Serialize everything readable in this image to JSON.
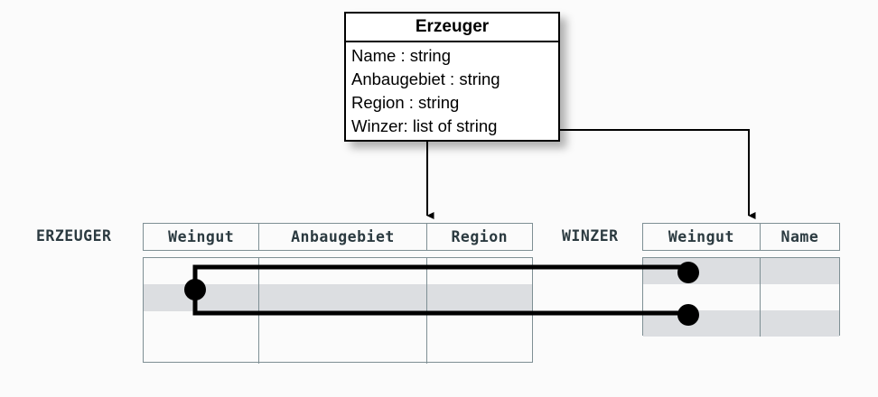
{
  "uml_class": {
    "name": "Erzeuger",
    "attributes": [
      "Name : string",
      "Anbaugebiet : string",
      "Region : string",
      "Winzer: list of string"
    ]
  },
  "tables": [
    {
      "label": "ERZEUGER",
      "columns": [
        "Weingut",
        "Anbaugebiet",
        "Region"
      ],
      "row_count": 4,
      "highlighted_rows": [
        2
      ]
    },
    {
      "label": "WINZER",
      "columns": [
        "Weingut",
        "Name"
      ],
      "row_count": 3,
      "highlighted_rows": [
        1,
        3
      ]
    }
  ],
  "colors": {
    "row_highlight": "#dcdee1",
    "table_border": "#7e8f94",
    "table_text": "#2b3a40",
    "connector": "#000000",
    "box_fill": "#ffffff",
    "page_background": "#fbfbfb"
  },
  "connectors": [
    {
      "name": "erzeuger-mapping-arrow",
      "from": "uml-class-bottom",
      "to": "erzeuger-table-header"
    },
    {
      "name": "winzer-mapping-arrow",
      "from": "winzer-attribute-right",
      "to": "winzer-table-header"
    },
    {
      "name": "list-value-link",
      "from": "erzeuger-row-2",
      "to": "winzer-row-1-and-row-3"
    }
  ]
}
